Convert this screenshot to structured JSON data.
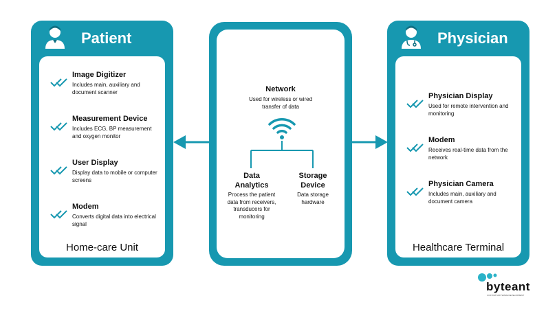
{
  "patient": {
    "title": "Patient",
    "items": [
      {
        "title": "Image Digitizer",
        "desc": "Includes main, auxiliary and document scanner"
      },
      {
        "title": "Measurement Device",
        "desc": "Includes ECG, BP measurement and oxygen monitor"
      },
      {
        "title": "User Display",
        "desc": "Display data to mobile or computer screens"
      },
      {
        "title": "Modem",
        "desc": "Converts digital data into electrical signal"
      }
    ],
    "footer": "Home-care Unit"
  },
  "network": {
    "title": "Network",
    "desc": "Used for wireless or wired transfer of data",
    "analytics": {
      "title": "Data Analytics",
      "desc": "Process the patient data from receivers, transducers for monitoring"
    },
    "storage": {
      "title": "Storage Device",
      "desc": "Data storage hardware"
    }
  },
  "physician": {
    "title": "Physician",
    "items": [
      {
        "title": "Physician Display",
        "desc": "Used for remote intervention and monitoring"
      },
      {
        "title": "Modem",
        "desc": "Receives real-time data from the network"
      },
      {
        "title": "Physician Camera",
        "desc": "Includes main, auxiliary and document camera"
      }
    ],
    "footer": "Healthcare Terminal"
  },
  "logo": {
    "text": "byteant",
    "tagline": "CUSTOM SOFTWARE DEVELOPMENT"
  },
  "colors": {
    "accent": "#1798b0",
    "logo_dots": "#2bb3c8"
  }
}
